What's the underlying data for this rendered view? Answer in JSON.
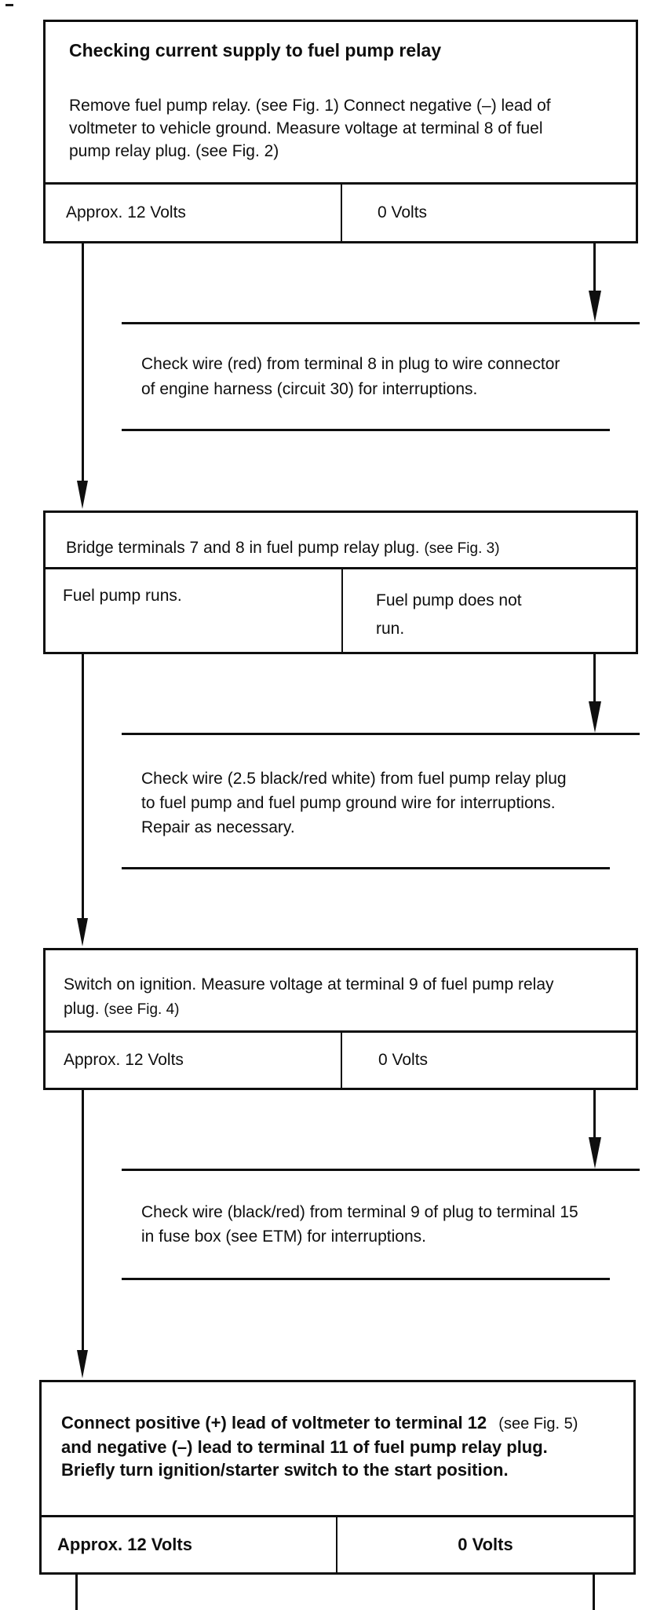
{
  "artifacts": {
    "corner_dash": "–"
  },
  "step1": {
    "title": "Checking current supply to fuel pump relay",
    "lines": [
      "Remove fuel pump relay. (see Fig. 1) Connect negative (–) lead of",
      "voltmeter to vehicle ground. Measure voltage at terminal 8 of fuel",
      "pump relay plug. (see Fig. 2)"
    ],
    "outcome_left": "Approx. 12 Volts",
    "outcome_right": "0 Volts"
  },
  "action1": {
    "lines": [
      "Check wire (red) from terminal 8 in plug to wire connector",
      "of engine harness (circuit 30) for interruptions."
    ]
  },
  "step2": {
    "instruction": "Bridge terminals 7 and 8 in fuel pump relay plug.",
    "fig_ref": "(see Fig. 3)",
    "outcome_left": "Fuel pump runs.",
    "outcome_right_lines": [
      "Fuel pump does not",
      "run."
    ]
  },
  "action2": {
    "lines": [
      "Check wire (2.5 black/red white) from fuel pump relay plug",
      "to fuel pump and fuel pump ground wire for interruptions.",
      "Repair as necessary."
    ]
  },
  "step3": {
    "line1": "Switch on ignition. Measure voltage at terminal 9 of fuel pump relay",
    "line2": "plug.",
    "fig_ref": "(see Fig. 4)",
    "outcome_left": "Approx. 12 Volts",
    "outcome_right": "0 Volts"
  },
  "action3": {
    "lines": [
      "Check wire (black/red) from terminal 9 of plug to terminal 15",
      "in fuse box (see ETM) for interruptions."
    ]
  },
  "step4": {
    "line1": "Connect positive (+) lead of voltmeter to terminal 12",
    "fig_ref": "(see Fig. 5)",
    "line2": "and negative (–) lead to terminal 11 of fuel pump relay plug.",
    "line3": "Briefly turn ignition/starter switch to the start position.",
    "outcome_left": "Approx. 12 Volts",
    "outcome_right": "0 Volts"
  }
}
